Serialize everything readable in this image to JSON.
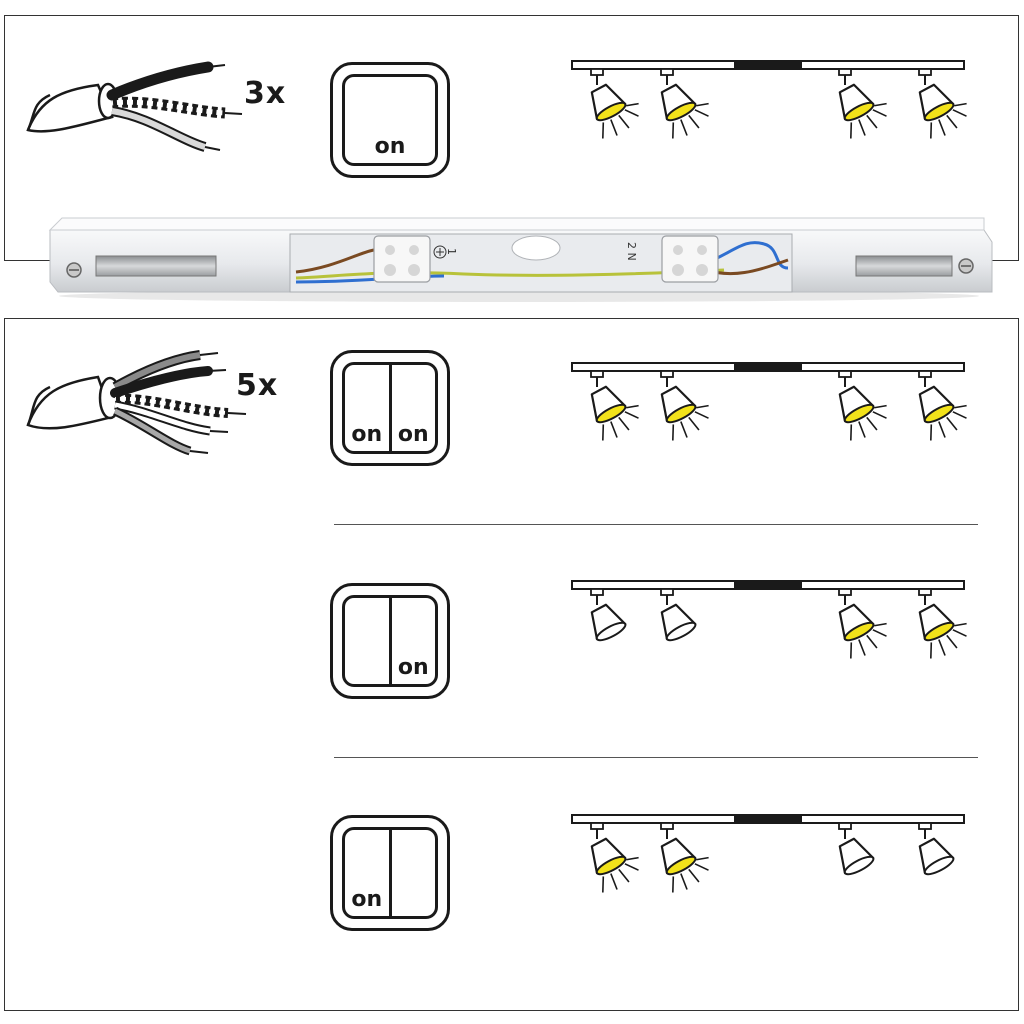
{
  "diagram": {
    "panels": [
      {
        "cable_count": "3x",
        "rows": [
          {
            "switch": {
              "rockers": 1,
              "labels": [
                "on"
              ]
            },
            "lights_on": [
              true,
              true,
              true,
              true
            ]
          }
        ]
      },
      {
        "cable_count": "5x",
        "rows": [
          {
            "switch": {
              "rockers": 2,
              "labels": [
                "on",
                "on"
              ]
            },
            "lights_on": [
              true,
              true,
              true,
              true
            ]
          },
          {
            "switch": {
              "rockers": 2,
              "labels": [
                "",
                "on"
              ]
            },
            "lights_on": [
              false,
              false,
              true,
              true
            ]
          },
          {
            "switch": {
              "rockers": 2,
              "labels": [
                "on",
                ""
              ]
            },
            "lights_on": [
              true,
              true,
              false,
              false
            ]
          }
        ]
      }
    ],
    "rail_photo": {
      "terminal_left_label": "1",
      "terminal_right_label": "2 N"
    },
    "colors": {
      "line": "#1a1a1a",
      "light_glow": "#f2e21a",
      "wire_blue": "#2f6fd0",
      "wire_brown": "#7a4a22",
      "wire_yellow_green": "#b8c23a",
      "rail": "#eef0f2"
    }
  }
}
